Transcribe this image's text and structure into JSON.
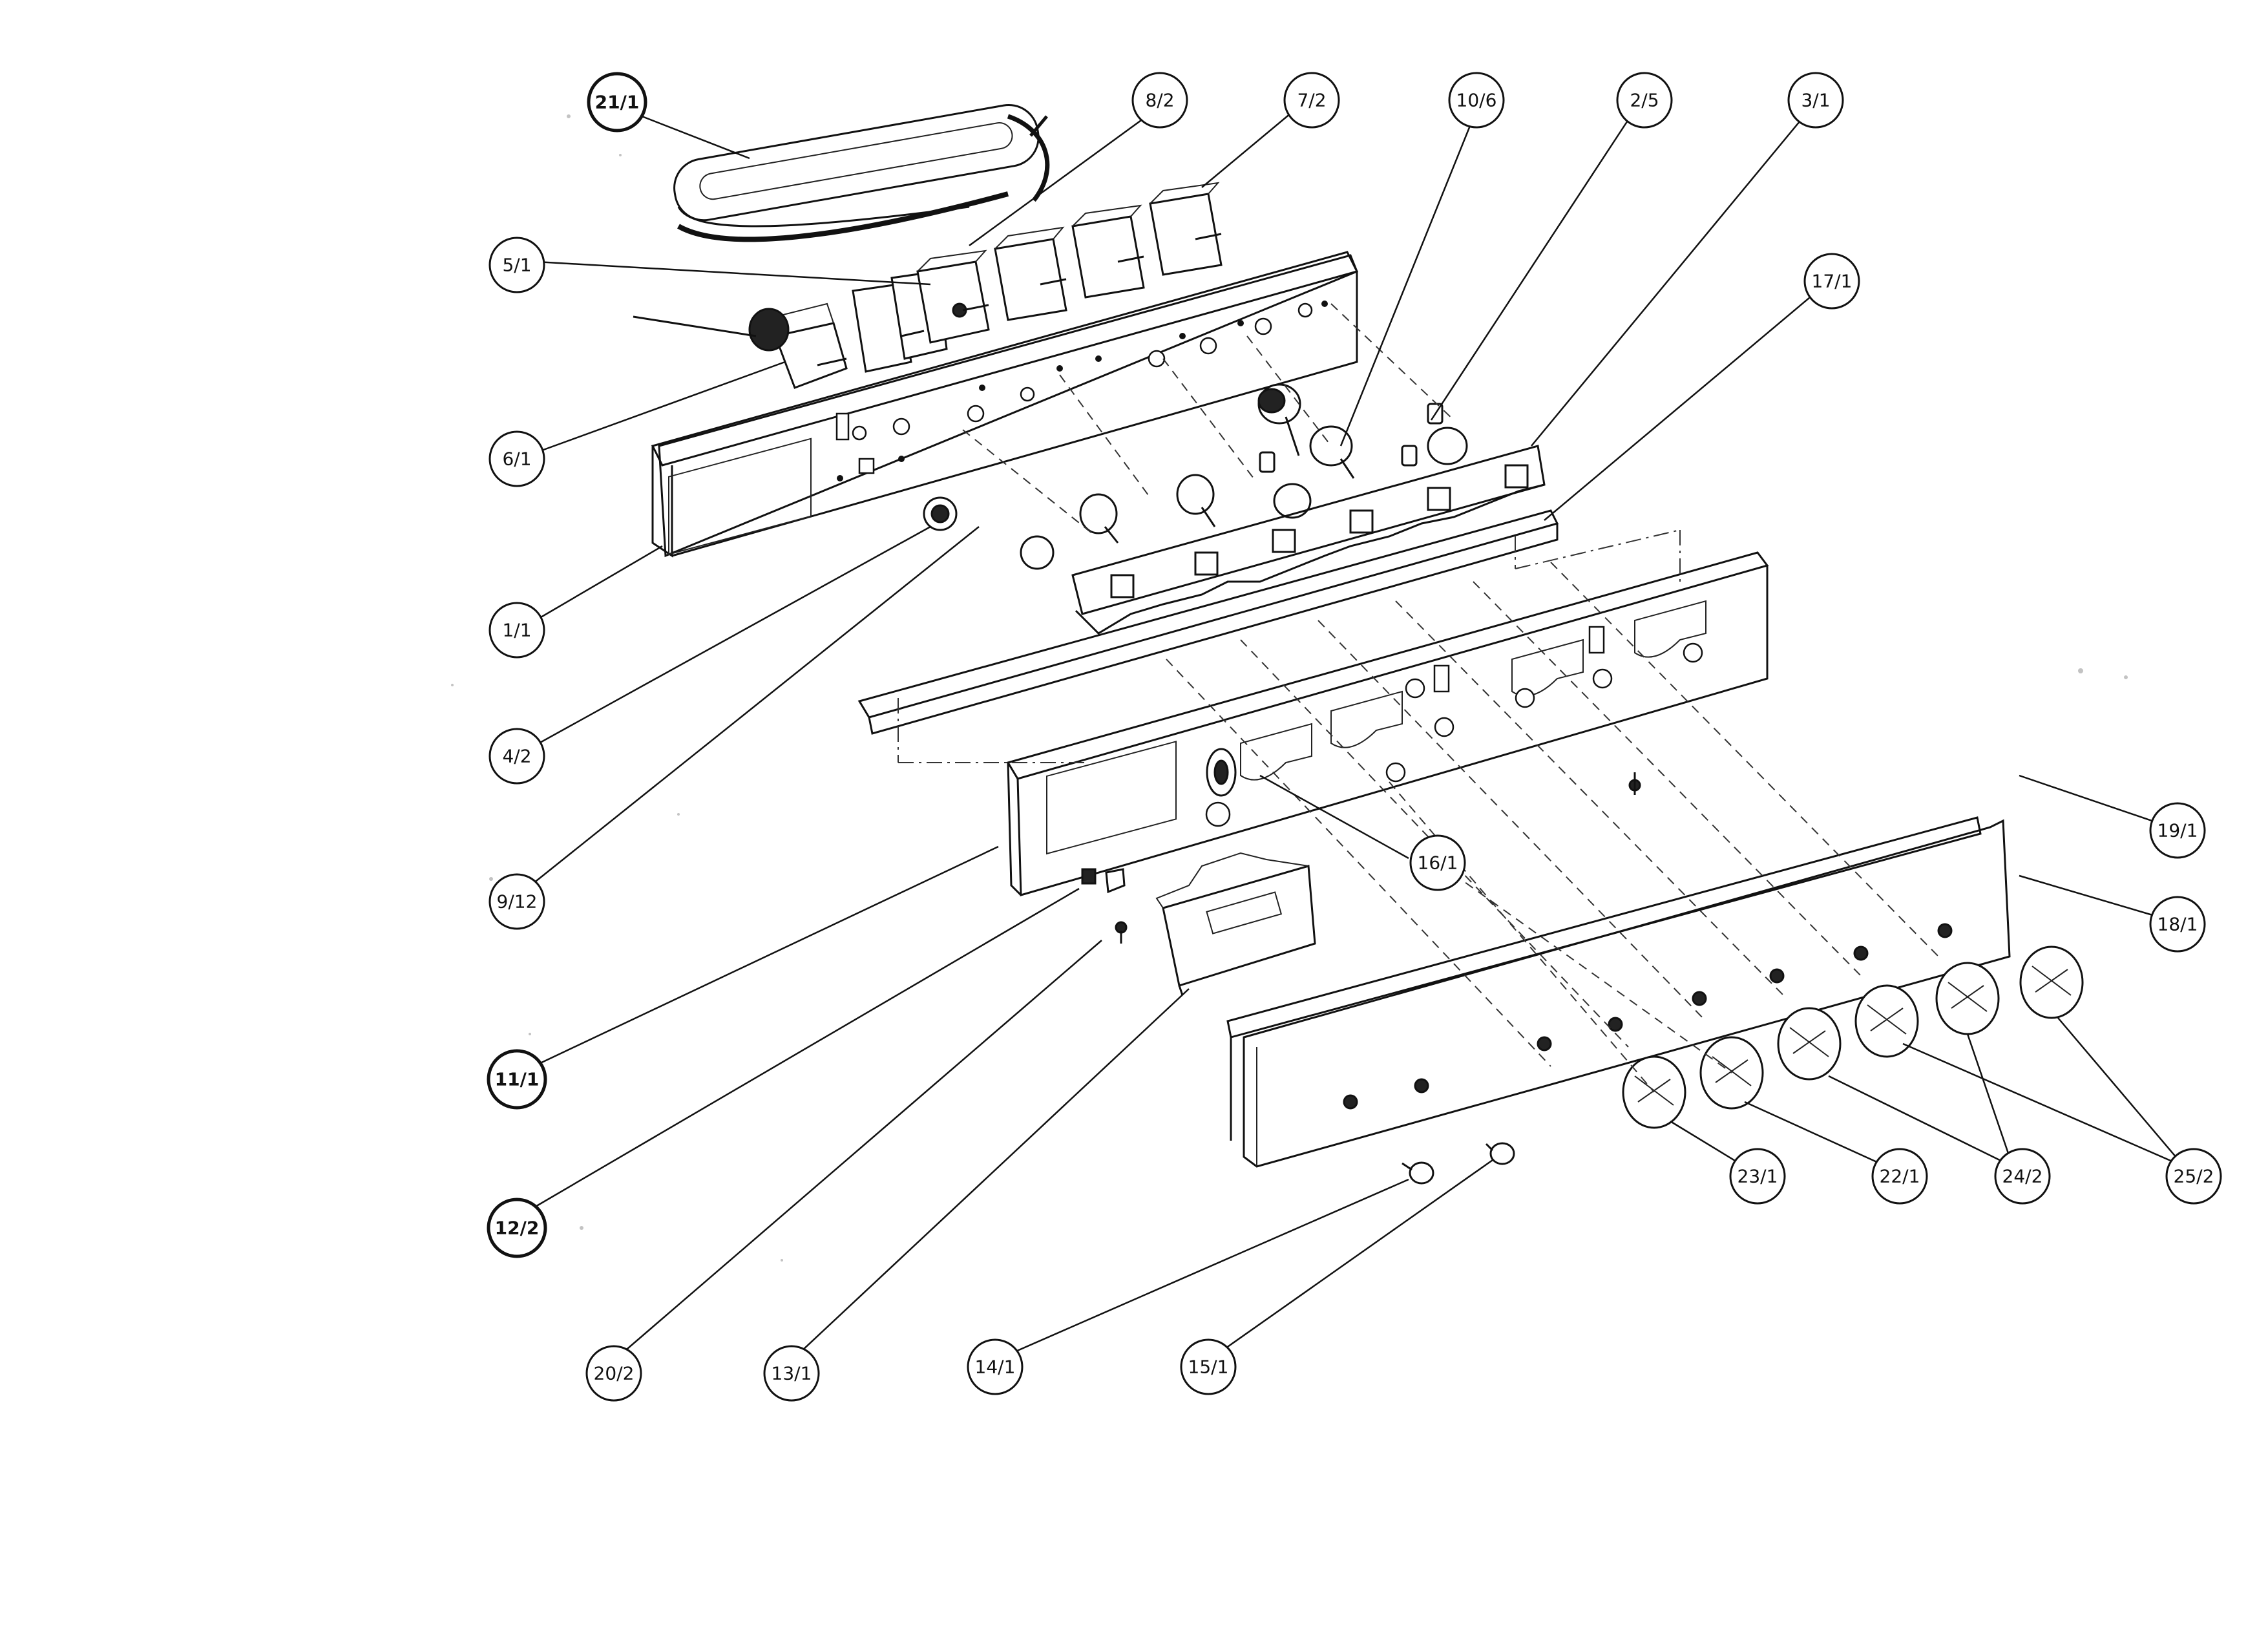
{
  "diagram": {
    "callouts": [
      "21/1",
      "8/2",
      "7/2",
      "10/6",
      "2/5",
      "3/1",
      "17/1",
      "5/1",
      "6/1",
      "1/1",
      "4/2",
      "9/12",
      "19/1",
      "18/1",
      "16/1",
      "11/1",
      "12/2",
      "20/2",
      "13/1",
      "14/1",
      "15/1",
      "23/1",
      "22/1",
      "24/2",
      "25/2"
    ]
  }
}
